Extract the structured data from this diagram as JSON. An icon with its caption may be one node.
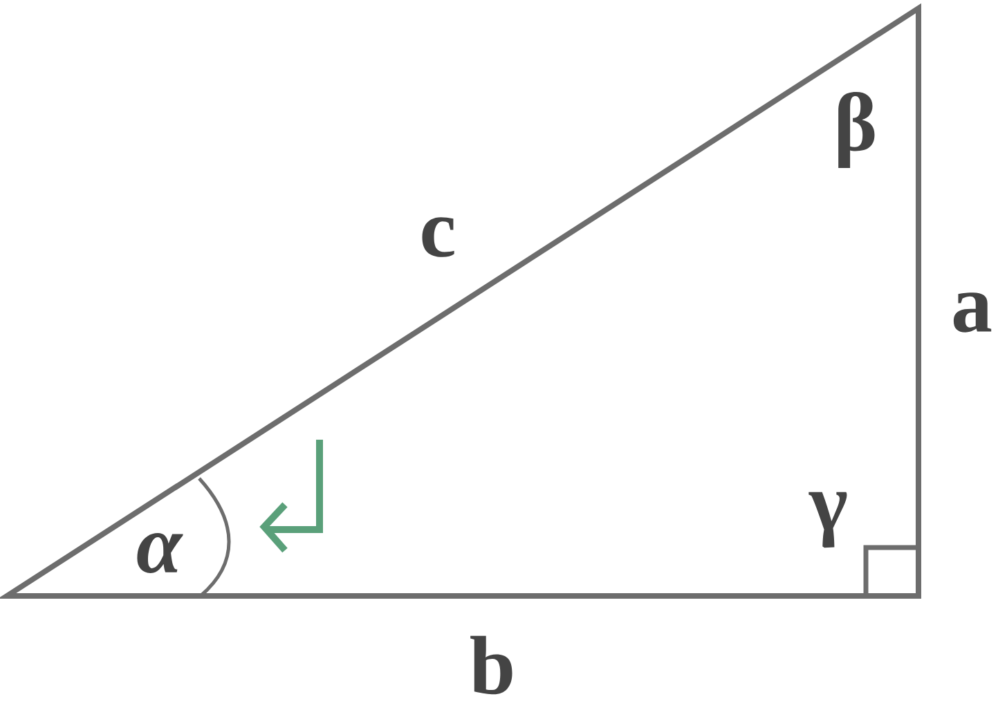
{
  "diagram": {
    "labels": [
      "β",
      "c",
      "a",
      "γ",
      "α",
      "b"
    ]
  }
}
